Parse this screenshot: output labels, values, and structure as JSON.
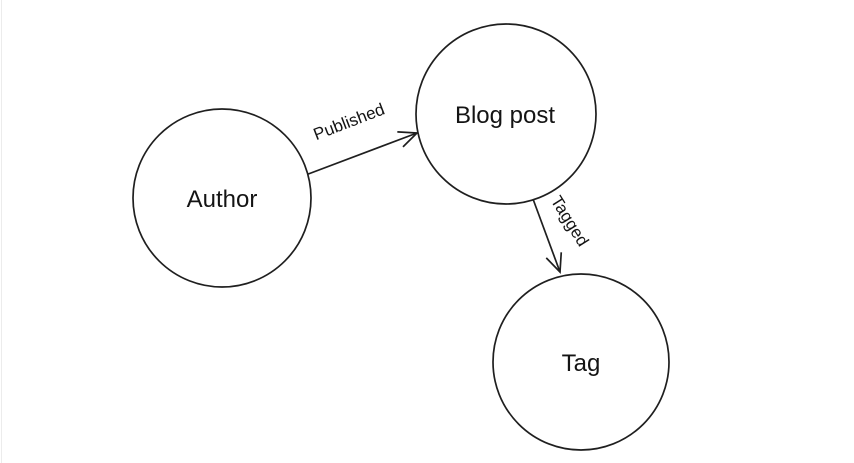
{
  "diagram": {
    "type": "graph",
    "background_color": "#ffffff",
    "stroke_color": "#1f1f1f",
    "text_color": "#141414",
    "nodes": [
      {
        "id": "author",
        "label": "Author"
      },
      {
        "id": "blog_post",
        "label": "Blog post"
      },
      {
        "id": "tag",
        "label": "Tag"
      }
    ],
    "edges": [
      {
        "id": "published",
        "label": "Published",
        "from": "Author",
        "to": "Blog post"
      },
      {
        "id": "tagged",
        "label": "Tagged",
        "from": "Blog post",
        "to": "Tag"
      }
    ]
  }
}
